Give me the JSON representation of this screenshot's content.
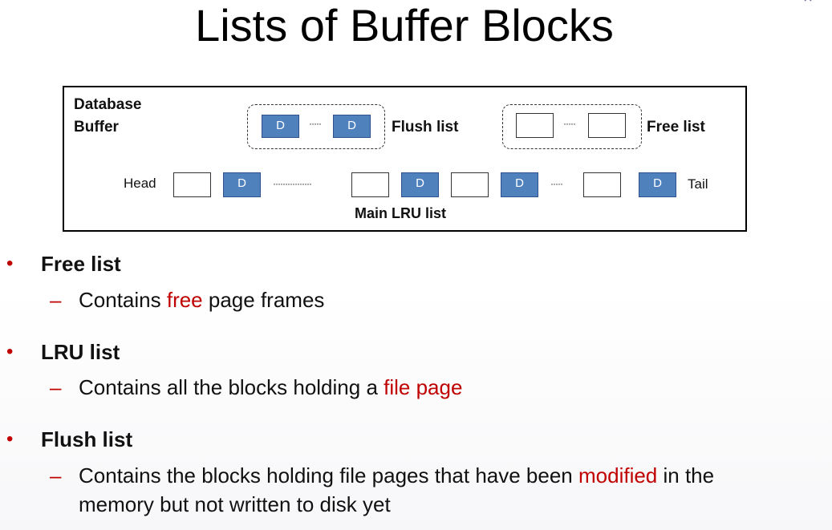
{
  "title": "Lists of Buffer Blocks",
  "diagram": {
    "buffer_label": "Database\nBuffer",
    "dirty_marker": "D",
    "ellipsis": "·····",
    "long_ellipsis": "················",
    "flush_list_label": "Flush list",
    "free_list_label": "Free list",
    "head_label": "Head",
    "tail_label": "Tail",
    "main_lru_label": "Main LRU list",
    "colors": {
      "dirty_block_fill": "#4f81bd",
      "dirty_block_border": "#2f528f",
      "empty_block_fill": "#ffffff"
    }
  },
  "bullets": [
    {
      "heading": "Free list",
      "sub": {
        "before": "Contains ",
        "highlight": "free",
        "after": " page frames"
      }
    },
    {
      "heading": "LRU list",
      "sub": {
        "before": "Contains all the blocks holding a ",
        "highlight": "file page",
        "after": ""
      }
    },
    {
      "heading": "Flush list",
      "sub": {
        "before": "Contains the blocks holding file pages that have been ",
        "highlight": "modified",
        "after": " in the memory but not written to disk yet"
      }
    }
  ],
  "accent_color": "#c00000",
  "bullet_glyph": "•",
  "dash_glyph": "–"
}
